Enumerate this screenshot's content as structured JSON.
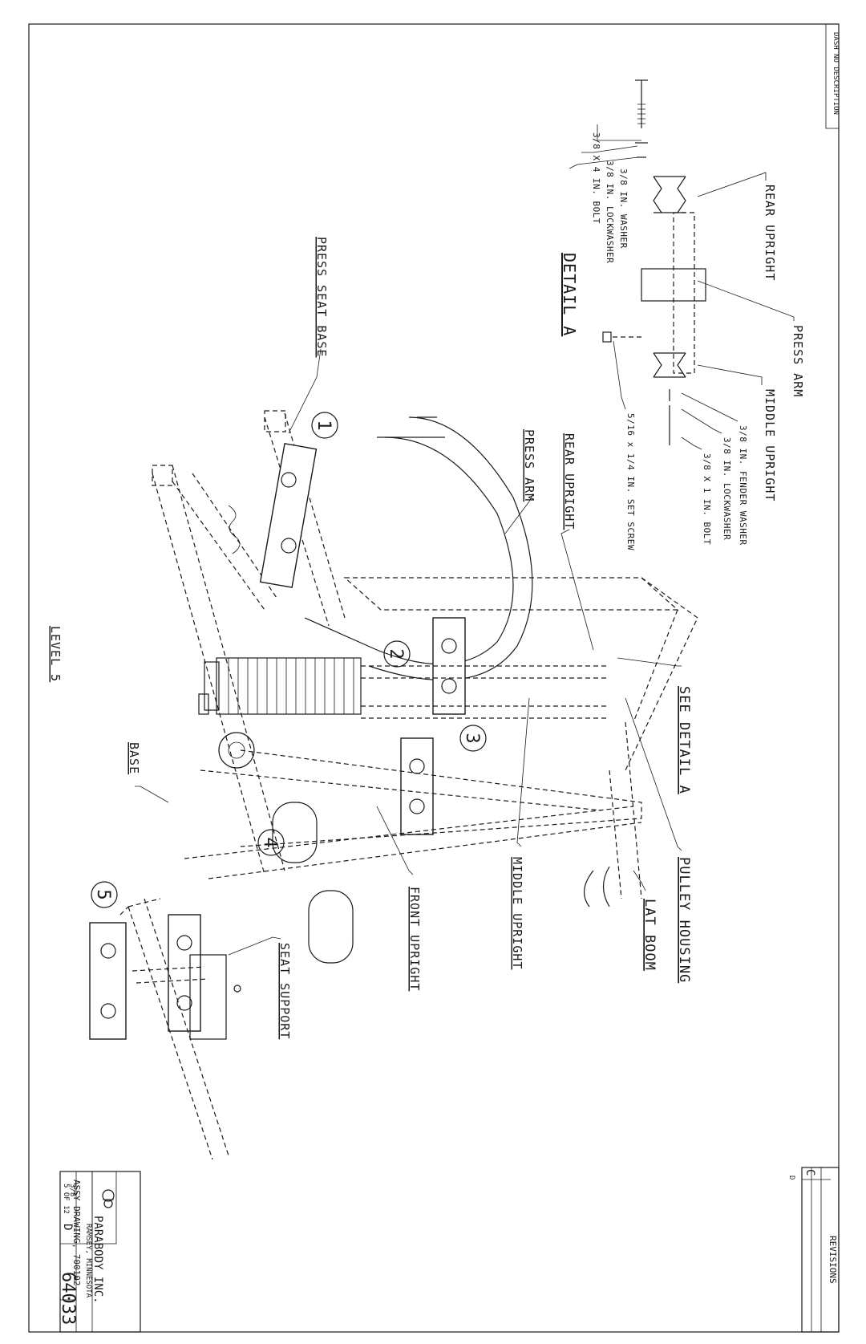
{
  "drawing": {
    "detail_a": {
      "title": "DETAIL A",
      "labels": {
        "rear_upright": "REAR UPRIGHT",
        "press_arm": "PRESS ARM",
        "middle_upright": "MIDDLE UPRIGHT",
        "bolt_4in": "3/8 X 4 IN. BOLT",
        "lockwasher_left": "3/8 IN. LOCKWASHER",
        "washer": "3/8 IN. WASHER",
        "fender_washer": "3/8 IN. FENDER WASHER",
        "lockwasher_right": "3/8 IN. LOCKWASHER",
        "bolt_1in": "3/8 X 1 IN. BOLT",
        "set_screw": "5/16 x 1/4 IN. SET SCREW"
      }
    },
    "main": {
      "labels": {
        "press_seat_base": "PRESS SEAT BASE",
        "press_arm": "PRESS ARM",
        "rear_upright": "REAR UPRIGHT",
        "see_detail_a": "SEE DETAIL A",
        "pulley_housing": "PULLEY HOUSING",
        "lat_boom": "LAT BOOM",
        "middle_upright": "MIDDLE UPRIGHT",
        "front_upright": "FRONT UPRIGHT",
        "seat_support": "SEAT SUPPORT",
        "base": "BASE",
        "level": "LEVEL 5"
      },
      "item_numbers": [
        "1",
        "2",
        "3",
        "4",
        "5"
      ]
    },
    "title_block": {
      "company": "PARABODY INC.",
      "location": "RAMSEY, MINNESOTA",
      "title": "ASSY DRAWING, 700102",
      "scale": "3/8",
      "size": "D",
      "drawing_no": "64033",
      "sheet": "5 OF 12"
    },
    "revisions": {
      "header": "REVISIONS",
      "rev": "C",
      "note": "D"
    },
    "corner": {
      "top_right": "DASH NO   DESCRIPTION"
    }
  }
}
